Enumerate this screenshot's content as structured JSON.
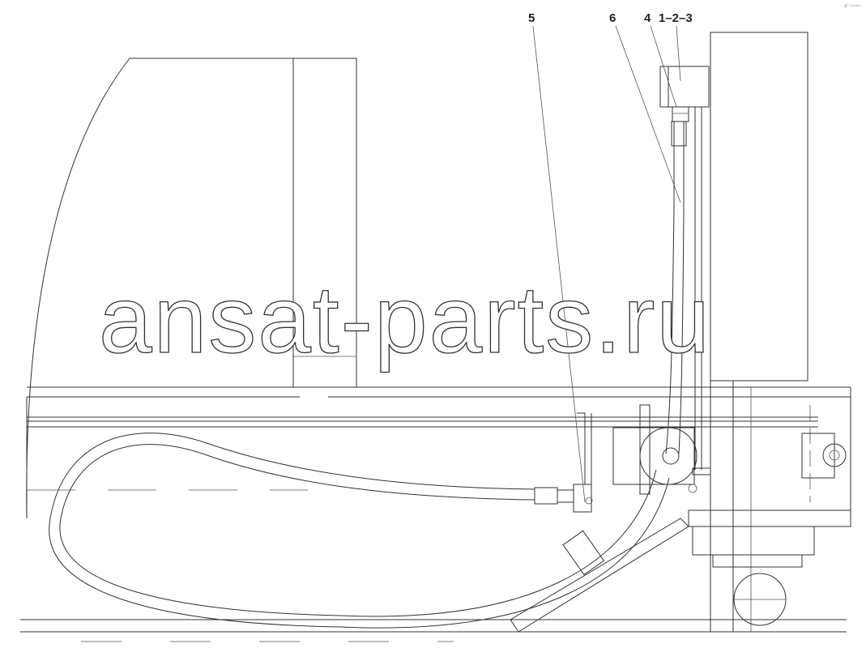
{
  "callouts": [
    {
      "id": "5",
      "text": "5"
    },
    {
      "id": "6",
      "text": "6"
    },
    {
      "id": "4",
      "text": "4"
    },
    {
      "id": "1-2-3",
      "text": "1–2–3"
    }
  ],
  "watermark": "ansat-parts.ru",
  "corner_mark": "a° ═══"
}
